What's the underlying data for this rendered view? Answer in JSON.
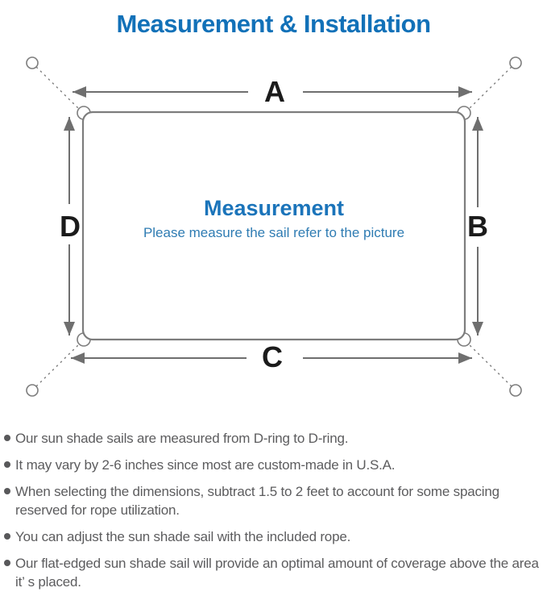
{
  "header": {
    "title": "Measurement & Installation"
  },
  "diagram": {
    "side_labels": {
      "top": "A",
      "right": "B",
      "bottom": "C",
      "left": "D"
    },
    "center_title": "Measurement",
    "center_subtitle": "Please measure the sail refer to the picture"
  },
  "notes": {
    "items": [
      "Our sun shade sails are measured from D-ring to D-ring.",
      "It may vary by 2-6 inches since most are custom-made in U.S.A.",
      "When selecting the dimensions, subtract 1.5 to 2 feet to account for some spacing reserved for rope utilization.",
      "You can adjust the sun shade sail with the included rope.",
      "Our flat-edged sun shade sail will provide an optimal amount of coverage above the area it’ s placed."
    ]
  },
  "colors": {
    "title-blue": "#1271b8",
    "diagram-title-blue": "#1b74ba",
    "subtitle-blue": "#2f7cb3",
    "line-gray": "#6f6f6f",
    "outline-gray": "#7d7d7d",
    "label-black": "#1b1b1b",
    "note-gray": "#5c5c5e",
    "dot-gray": "#58585a"
  }
}
